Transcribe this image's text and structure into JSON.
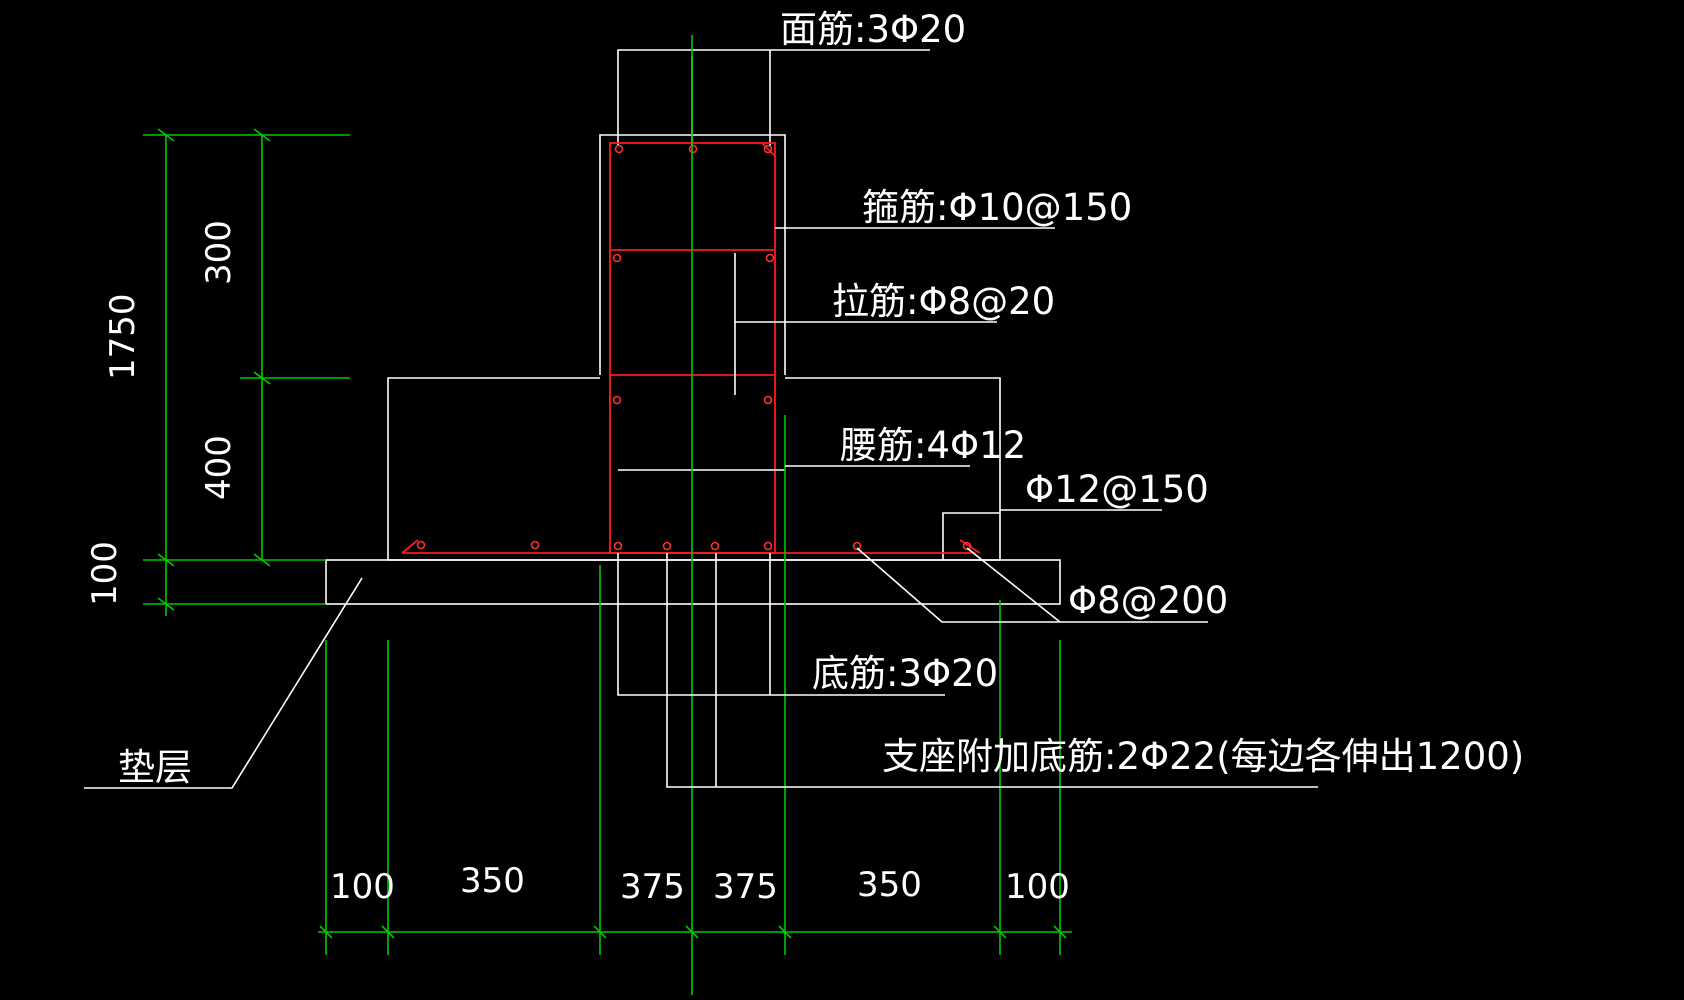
{
  "labels": {
    "top_bar": "面筋:3Φ20",
    "stirrup": "箍筋:Φ10@150",
    "tie_bar": "拉筋:Φ8@20",
    "waist_bar": "腰筋:4Φ12",
    "slab_bar_a": "Φ12@150",
    "slab_bar_b": "Φ8@200",
    "bottom_bar": "底筋:3Φ20",
    "support_bar": "支座附加底筋:2Φ22(每边各伸出1200)",
    "cushion": "垫层"
  },
  "dims_vertical": {
    "total": "1750",
    "upper": "300",
    "lower": "400",
    "cushion": "100"
  },
  "dims_horizontal": [
    "100",
    "350",
    "375",
    "375",
    "350",
    "100"
  ],
  "colors": {
    "background": "#000000",
    "outline": "#ffffff",
    "dimension": "#00c800",
    "rebar": "#ff1a1a"
  }
}
